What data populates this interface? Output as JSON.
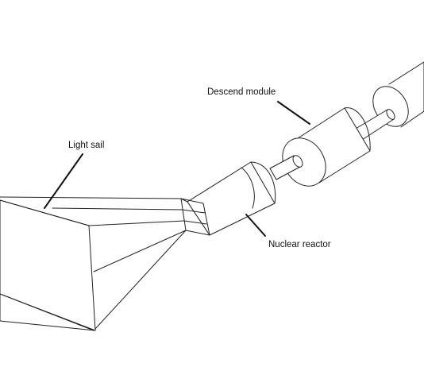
{
  "labels": {
    "descend_module": "Descend module",
    "light_sail": "Light sail",
    "nuclear_reactor": "Nuclear reactor"
  },
  "colors": {
    "sail": "#ee1c24",
    "outline": "#222222",
    "background": "#ffffff"
  }
}
